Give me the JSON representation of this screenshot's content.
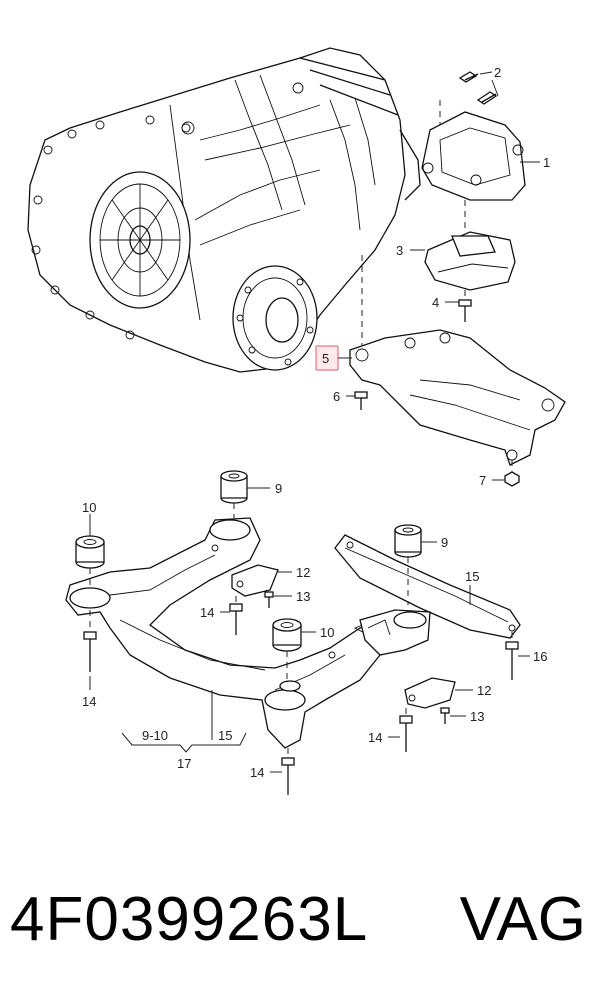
{
  "callouts": {
    "c1": "1",
    "c2": "2",
    "c3": "3",
    "c4": "4",
    "c5": "5",
    "c6": "6",
    "c7": "7",
    "c9a": "9",
    "c9b": "9",
    "c10a": "10",
    "c10b": "10",
    "c12a": "12",
    "c12b": "12",
    "c13a": "13",
    "c13b": "13",
    "c14a": "14",
    "c14b": "14",
    "c14c": "14",
    "c14d": "14",
    "c15a": "15",
    "c15b": "15",
    "c16": "16",
    "c17": "17",
    "range": "9-10"
  },
  "highlight_color": "#e05a6a",
  "footer": {
    "part_number": "4F0399263L",
    "brand": "VAG"
  }
}
